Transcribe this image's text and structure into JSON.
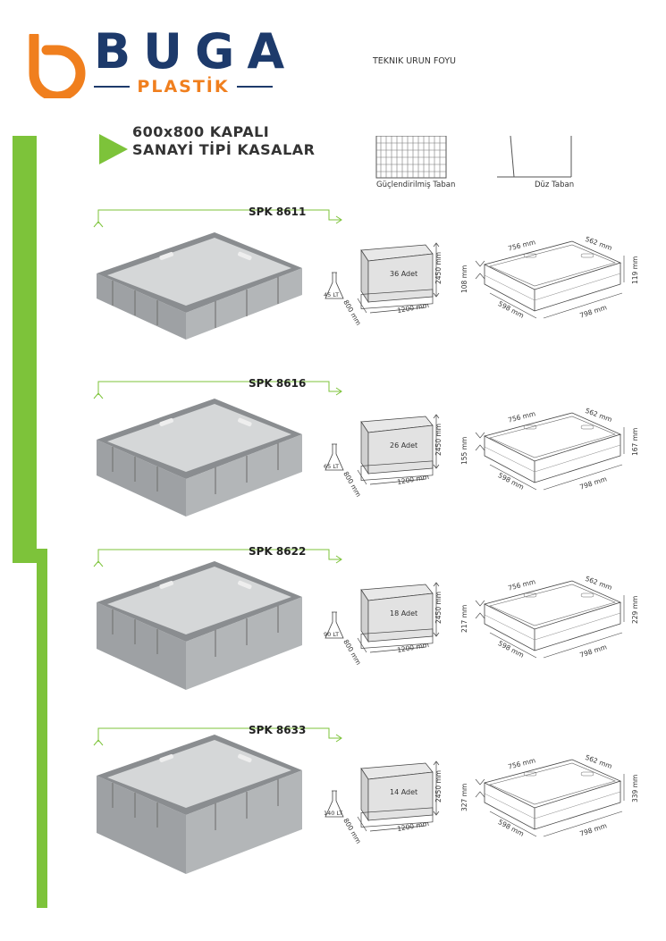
{
  "brand": {
    "name": "BUGA",
    "sub": "PLASTİK",
    "color_primary": "#1d3a6b",
    "color_accent": "#f07f1e"
  },
  "header": {
    "doc_type": "TEKNIK URUN FOYU"
  },
  "heading": {
    "line1": "600x800 KAPALI",
    "line2": "SANAYİ TİPİ KASALAR"
  },
  "bases": [
    {
      "label": "Güçlendirilmiş Taban"
    },
    {
      "label": "Düz Taban"
    }
  ],
  "accent_green": "#7dc33a",
  "products": [
    {
      "sku": "SPK 8611",
      "volume": "45 LT",
      "adet": "36 Adet",
      "pallet_height": "2450 mm",
      "pallet_length": "1200 mm",
      "pallet_width": "800 mm",
      "inner_length": "756 mm",
      "inner_width": "562 mm",
      "inner_height": "108 mm",
      "outer_length": "798 mm",
      "outer_width": "598 mm",
      "outer_height": "119 mm"
    },
    {
      "sku": "SPK 8616",
      "volume": "65 LT",
      "adet": "26 Adet",
      "pallet_height": "2450 mm",
      "pallet_length": "1200 mm",
      "pallet_width": "800 mm",
      "inner_length": "756 mm",
      "inner_width": "562 mm",
      "inner_height": "155 mm",
      "outer_length": "798 mm",
      "outer_width": "598 mm",
      "outer_height": "167 mm"
    },
    {
      "sku": "SPK 8622",
      "volume": "90 LT",
      "adet": "18 Adet",
      "pallet_height": "2450 mm",
      "pallet_length": "1200 mm",
      "pallet_width": "800 mm",
      "inner_length": "756 mm",
      "inner_width": "562 mm",
      "inner_height": "217 mm",
      "outer_length": "798 mm",
      "outer_width": "598 mm",
      "outer_height": "229 mm"
    },
    {
      "sku": "SPK 8633",
      "volume": "140 LT",
      "adet": "14 Adet",
      "pallet_height": "2450 mm",
      "pallet_length": "1200 mm",
      "pallet_width": "800 mm",
      "inner_length": "756 mm",
      "inner_width": "562 mm",
      "inner_height": "327 mm",
      "outer_length": "798 mm",
      "outer_width": "598 mm",
      "outer_height": "339 mm"
    }
  ]
}
